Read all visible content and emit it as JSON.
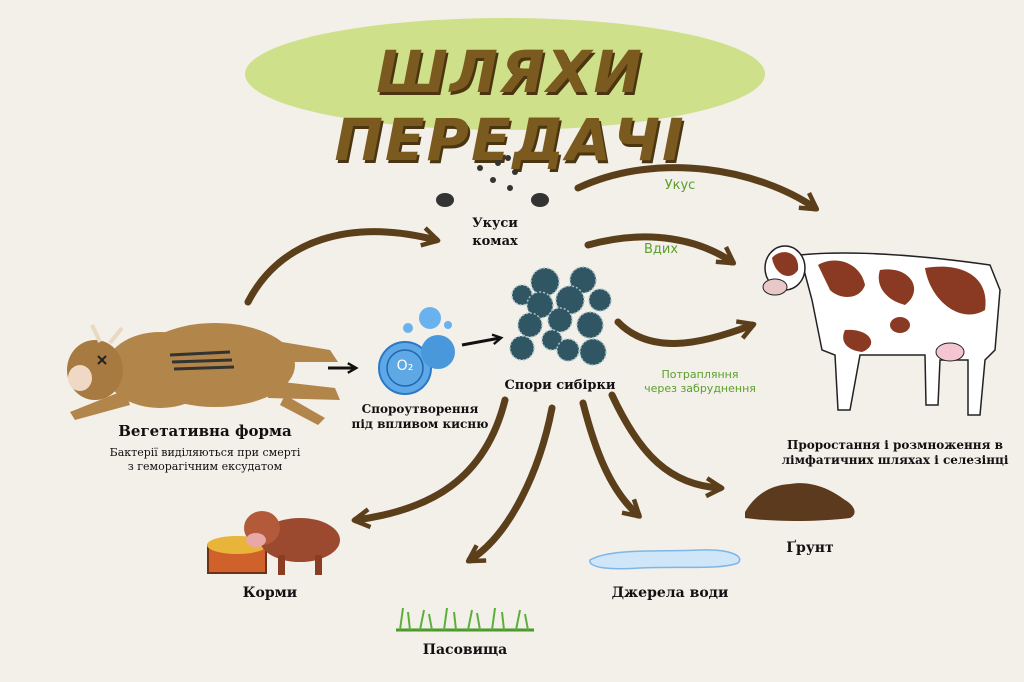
{
  "title": "ШЛЯХИ ПЕРЕДАЧІ",
  "nodes": {
    "vegetative": {
      "title": "Вегетативна форма",
      "subtitle_line1": "Бактерії виділяються при смерті",
      "subtitle_line2": "з геморагічним ексудатом"
    },
    "sporulation": {
      "line1": "Спороутворення",
      "line2": "під впливом кисню",
      "o2": "O₂"
    },
    "spores": {
      "label": "Спори сибірки"
    },
    "insects": {
      "line1": "Укуси",
      "line2": "комах"
    },
    "cow_infected": {
      "line1": "Проростання і розмноження в",
      "line2": "лімфатичних шляхах і селезінці"
    },
    "feed": {
      "label": "Корми"
    },
    "pasture": {
      "label": "Пасовища"
    },
    "water": {
      "label": "Джерела води"
    },
    "soil": {
      "label": "Ґрунт"
    }
  },
  "routes": {
    "bite": "Укус",
    "inhale": "Вдих",
    "contam_line1": "Потрапляння",
    "contam_line2": "через забруднення"
  },
  "colors": {
    "arrow": "#5b3f1b",
    "label_green": "#5aa02c",
    "title_blob": "#cfe08a",
    "title_text": "#7a5a1e",
    "spore": "#2f5662"
  }
}
